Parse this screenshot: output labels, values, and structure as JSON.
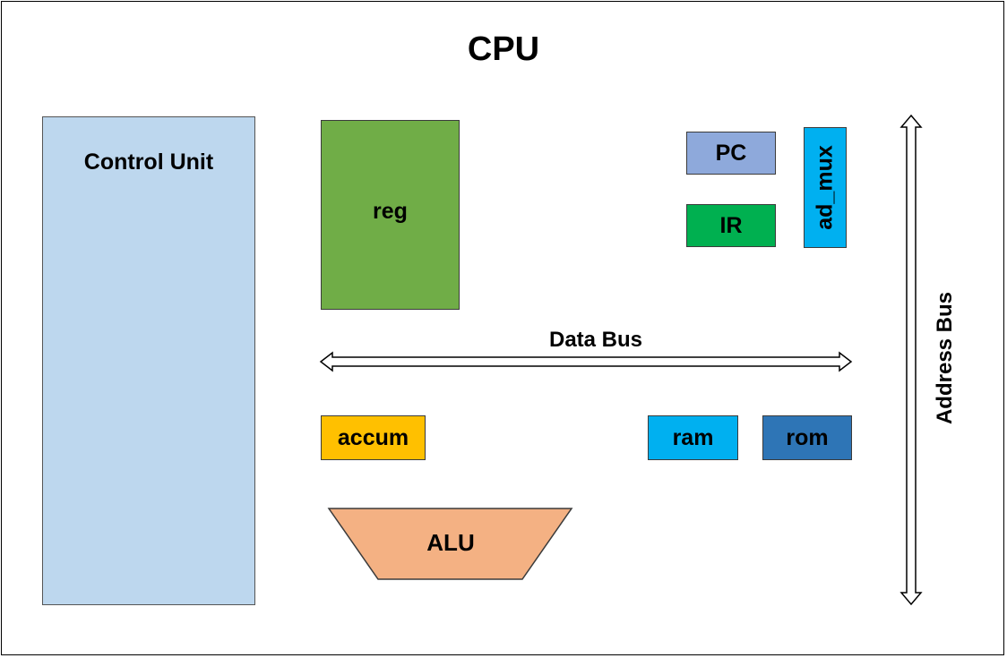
{
  "title": "CPU",
  "blocks": {
    "control_unit": {
      "label": "Control Unit",
      "color": "#BDD7EE"
    },
    "reg": {
      "label": "reg",
      "color": "#70AD47"
    },
    "pc": {
      "label": "PC",
      "color": "#8EA9DB"
    },
    "ir": {
      "label": "IR",
      "color": "#00B050"
    },
    "ad_mux": {
      "label": "ad_mux",
      "color": "#00B0F0"
    },
    "accum": {
      "label": "accum",
      "color": "#FFC000"
    },
    "ram": {
      "label": "ram",
      "color": "#00B0F0"
    },
    "rom": {
      "label": "rom",
      "color": "#2E75B6"
    },
    "alu": {
      "label": "ALU",
      "color": "#F4B183"
    }
  },
  "buses": {
    "data_bus": {
      "label": "Data Bus"
    },
    "address_bus": {
      "label": "Address Bus"
    }
  }
}
